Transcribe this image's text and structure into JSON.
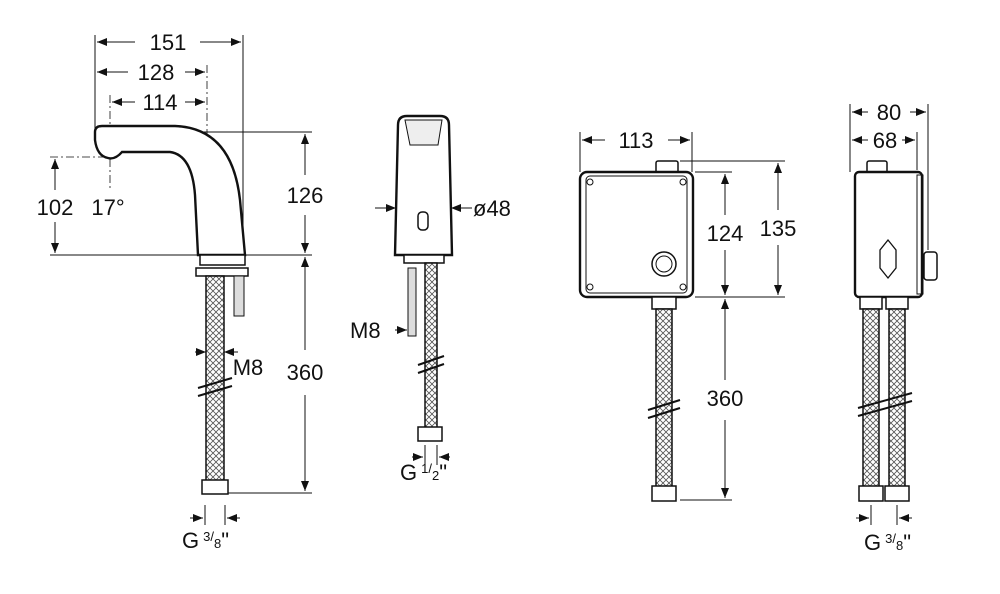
{
  "faucet_side": {
    "width_total": "151",
    "width_spout": "128",
    "width_outlet": "114",
    "outlet_height": "102",
    "spray_angle": "17°",
    "body_height": "126",
    "stud_thread": "M8",
    "hose_length": "360",
    "hose_connection": {
      "prefix": "G",
      "numerator": "3",
      "separator": "/",
      "denominator": "8",
      "suffix": "\""
    }
  },
  "faucet_front": {
    "diameter": "ø48",
    "stud_thread": "M8",
    "hose_connection": {
      "prefix": "G",
      "numerator": "1",
      "separator": "/",
      "denominator": "2",
      "suffix": "\""
    }
  },
  "control_box_front": {
    "width": "113",
    "body_height": "124",
    "total_height": "135",
    "hose_length": "360"
  },
  "control_box_side": {
    "total_depth": "80",
    "body_depth": "68",
    "hose_connection": {
      "prefix": "G",
      "numerator": "3",
      "separator": "/",
      "denominator": "8",
      "suffix": "\""
    }
  }
}
